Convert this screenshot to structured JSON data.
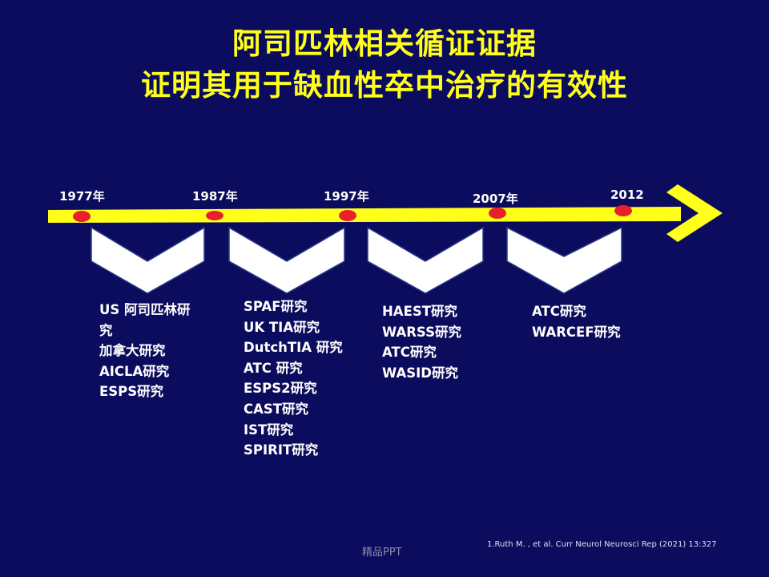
{
  "slide": {
    "title_line1": "阿司匹林相关循证证据",
    "title_line2": "证明其用于缺血性卒中治疗的有效性",
    "colors": {
      "background": "#0c0c5e",
      "title": "#ffff1a",
      "arrow": "#ffff1a",
      "marker": "#e8202a",
      "chevron": "#ffffff"
    }
  },
  "timeline": {
    "years": [
      "1977年",
      "1987年",
      "1997年",
      "2007年",
      "2012"
    ]
  },
  "groups": [
    {
      "studies": [
        "US 阿司匹林研",
        "究",
        "加拿大研究",
        "AICLA研究",
        "ESPS研究"
      ]
    },
    {
      "studies": [
        "SPAF研究",
        "UK TIA研究",
        "DutchTIA 研究",
        "ATC 研究",
        "ESPS2研究",
        "CAST研究",
        "IST研究",
        "SPIRIT研究"
      ]
    },
    {
      "studies": [
        "HAEST研究",
        "WARSS研究",
        "ATC研究",
        "WASID研究"
      ]
    },
    {
      "studies": [
        "ATC研究",
        "WARCEF研究"
      ]
    }
  ],
  "footer": {
    "watermark": "精品PPT",
    "citation": "1.Ruth M. , et al. Curr Neurol Neurosci Rep (2021) 13:327"
  }
}
